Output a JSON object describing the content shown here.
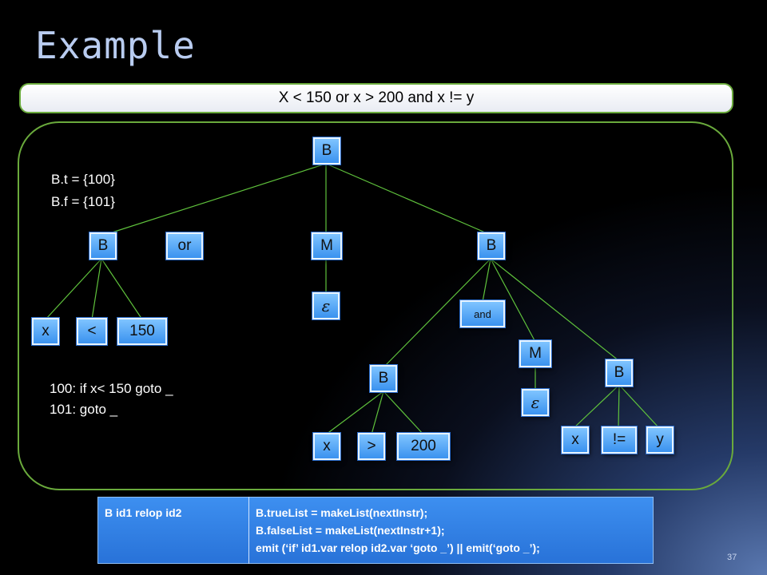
{
  "slide": {
    "title": "Example",
    "expression": "X < 150 or x > 200 and x != y",
    "page_number": "37"
  },
  "notes": {
    "bt": "B.t = {100}",
    "bf": "B.f = {101}",
    "code1": "100: if x< 150 goto _",
    "code2": "101: goto _"
  },
  "tree": {
    "root": "B",
    "b_left": "B",
    "or": "or",
    "m_top": "M",
    "eps_top": "ε",
    "b_right": "B",
    "x1": "x",
    "lt": "<",
    "v150": "150",
    "and": "and",
    "m2": "M",
    "eps2": "ε",
    "b_inner": "B",
    "b_far": "B",
    "x2": "x",
    "gt": ">",
    "v200": "200",
    "x3": "x",
    "neq": "!=",
    "y": "y"
  },
  "rule_table": {
    "production": "B  id1 relop id2",
    "line1": "B.trueList = makeList(nextInstr);",
    "line2": "B.falseList = makeList(nextInstr+1);",
    "line3": "emit (‘if’ id1.var relop id2.var ‘goto _’) || emit(‘goto _’);"
  }
}
